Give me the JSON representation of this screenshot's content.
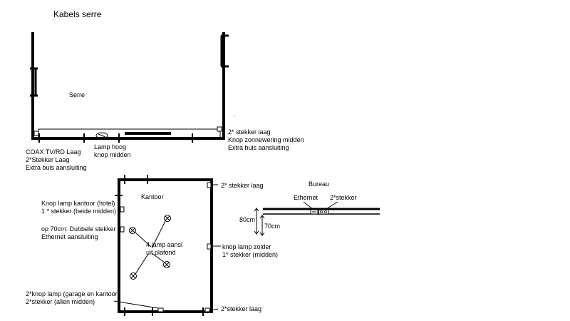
{
  "title": "Kabels serre",
  "serre": {
    "room_label": "Serre",
    "left_label": [
      "COAX TV/RD Laag",
      "2*Stekker Laag",
      "Extra buis aansluiting"
    ],
    "lamp_label": [
      "Lamp hoog",
      "knop midden"
    ],
    "right_label": [
      "2* stekker laag",
      "Knop zonnewering midden",
      "Extra buis aansluiting"
    ]
  },
  "kantoor": {
    "room_label": "Kantoor",
    "label_top_left": [
      "Knop lamp kantoor (hotel)",
      "1 * stekker (beide midden)"
    ],
    "label_mid_left": [
      "op 70cm: Dubbele stekker",
      "Ethernet aansluiting"
    ],
    "label_top_right": "2* stekker laag",
    "label_mid_right": [
      "knop lamp zolder",
      "1* stekker (midden)"
    ],
    "label_ceiling": [
      "4 lamp aansl",
      "uit plafond"
    ],
    "label_bottom_left": [
      "2*knop lamp (garage en kantoor)",
      "2*stekker (allen midden)"
    ],
    "label_bottom_right": "2*stekker laag"
  },
  "bureau": {
    "title": "Bureau",
    "ethernet_label": "Ethernet",
    "stekker_label": "2*stekker",
    "dim_80": "80cm",
    "dim_70": "70cm"
  }
}
